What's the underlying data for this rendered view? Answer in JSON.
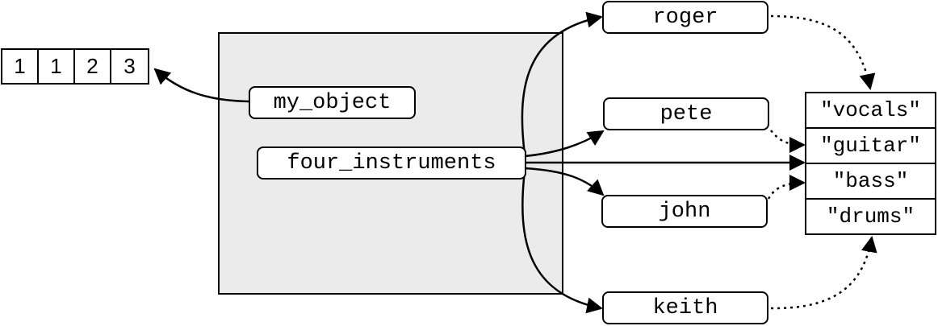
{
  "vector": [
    "1",
    "1",
    "2",
    "3"
  ],
  "names": {
    "my_object": "my_object",
    "four_instruments": "four_instruments",
    "roger": "roger",
    "pete": "pete",
    "john": "john",
    "keith": "keith"
  },
  "strings": [
    "\"vocals\"",
    "\"guitar\"",
    "\"bass\"",
    "\"drums\""
  ]
}
